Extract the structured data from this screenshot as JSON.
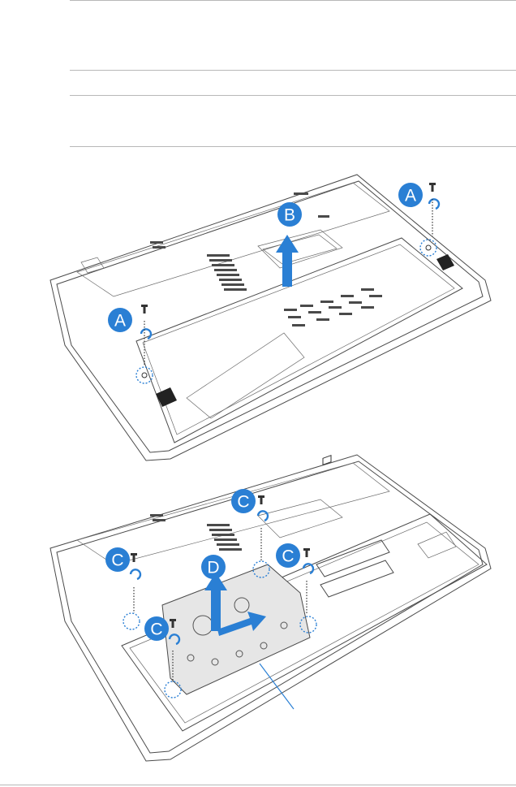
{
  "step_markers": {
    "remove_screws_a": "A",
    "lift_cover_b": "B",
    "remove_screws_c": "C",
    "lift_bay_d": "D"
  },
  "colors": {
    "marker": "#2a7fd4",
    "line_art": "#4a4a4a",
    "rule": "#b8b8b8"
  },
  "icons": [
    "screw-icon",
    "rotate-arrow-icon",
    "lift-arrow-icon",
    "slide-arrow-icon"
  ]
}
